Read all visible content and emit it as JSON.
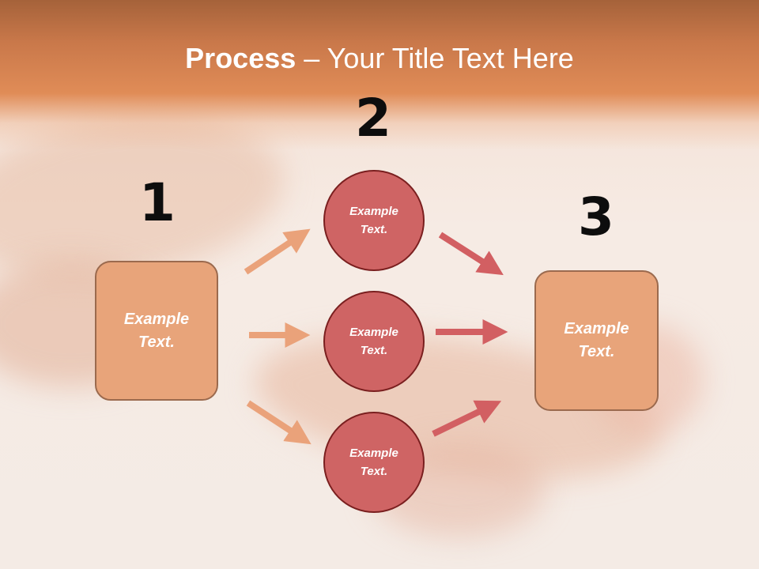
{
  "title": {
    "bold_part": "Process",
    "rest": " – Your Title Text Here"
  },
  "steps": {
    "step1": "1",
    "step2": "2",
    "step3": "3"
  },
  "left_box": {
    "line1": "Example",
    "line2": "Text."
  },
  "circles": [
    {
      "line1": "Example",
      "line2": "Text."
    },
    {
      "line1": "Example",
      "line2": "Text."
    },
    {
      "line1": "Example",
      "line2": "Text."
    }
  ],
  "right_box": {
    "line1": "Example",
    "line2": "Text."
  },
  "colors": {
    "header": "#e08c57",
    "box_fill": "#e8a47a",
    "box_border": "#9b6a4e",
    "circle_fill": "#cf6464",
    "circle_border": "#7a1f1f",
    "arrow_left": "#eaa27a",
    "arrow_right": "#d25f62"
  }
}
